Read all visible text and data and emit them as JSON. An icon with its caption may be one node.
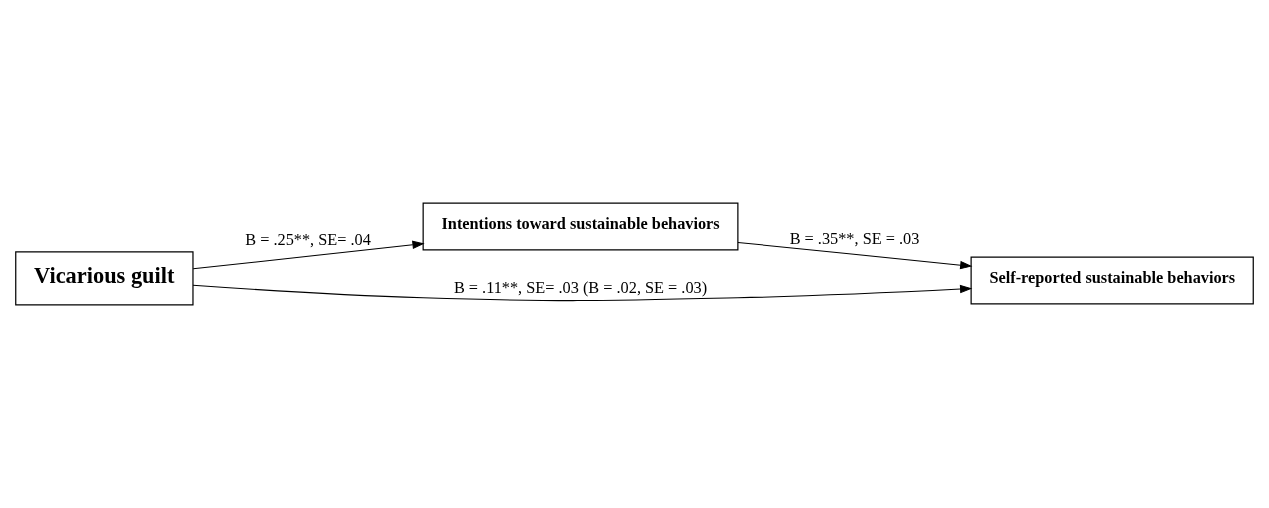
{
  "diagram": {
    "nodes": [
      {
        "text": [
          "Intentions toward sustainable behaviors"
        ]
      },
      {
        "text": [
          "Vicarious guilt"
        ]
      },
      {
        "text": [
          "Self-reported sustainable behaviors"
        ]
      }
    ],
    "edges": [
      {
        "from": 1,
        "to": 0,
        "arrow": "to",
        "label": "B = .25**, SE= .04"
      },
      {
        "from": 0,
        "to": 2,
        "arrow": "to",
        "label": "B = .35**, SE = .03"
      },
      {
        "from": 1,
        "to": 2,
        "arrow": "to",
        "label": "B = .11**, SE= .03 (B = .02, SE = .03)"
      }
    ]
  }
}
